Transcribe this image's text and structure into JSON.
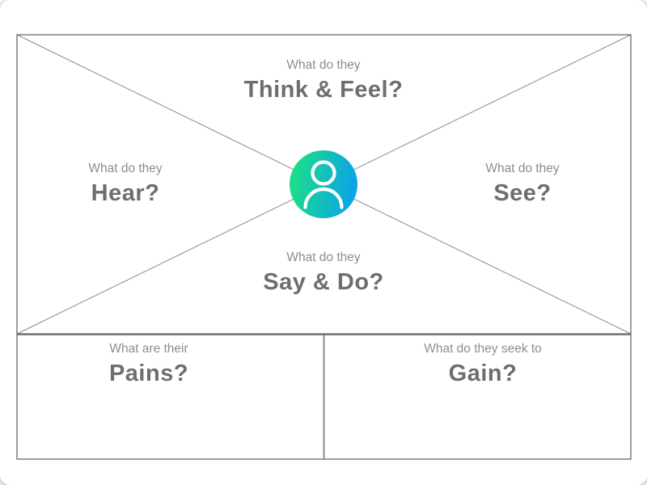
{
  "diagram": {
    "type": "empathy-map",
    "sections": {
      "think_feel": {
        "question": "What do they",
        "label": "Think & Feel?"
      },
      "hear": {
        "question": "What do they",
        "label": "Hear?"
      },
      "see": {
        "question": "What do they",
        "label": "See?"
      },
      "say_do": {
        "question": "What do they",
        "label": "Say & Do?"
      },
      "pains": {
        "question": "What are their",
        "label": "Pains?"
      },
      "gains": {
        "question": "What do they seek to",
        "label": "Gain?"
      }
    },
    "avatar": {
      "icon": "person-icon",
      "gradient_start": "#1ce57e",
      "gradient_end": "#0a9cf3",
      "icon_color": "#ffffff"
    },
    "colors": {
      "card_background": "#ffffff",
      "border_line": "#7d7d7d",
      "diagonal_line": "#8a8a8a",
      "divider_line": "#6e6e6e",
      "question_text": "#8d8d8d",
      "label_text": "#6e6e6e"
    }
  }
}
